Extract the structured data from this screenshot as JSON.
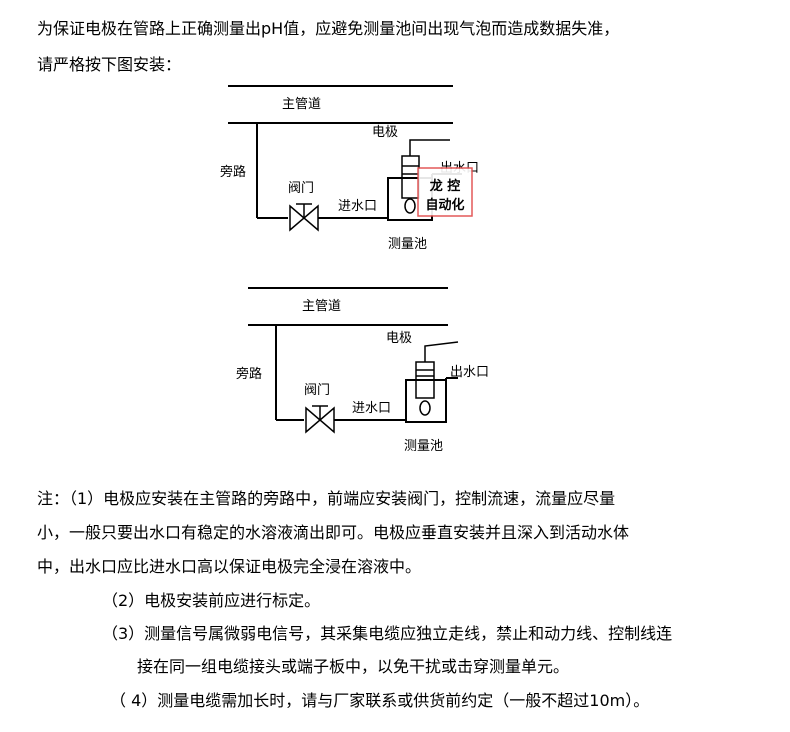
{
  "intro": {
    "line1": "为保证电极在管路上正确测量出pH值，应避免测量池间出现气泡而造成数据失准，",
    "line2": "请严格按下图安装："
  },
  "diagram": {
    "main_pipe": "主管道",
    "electrode": "电极",
    "bypass": "旁路",
    "valve": "阀门",
    "inlet": "进水口",
    "outlet": "出水口",
    "cell": "测量池",
    "watermark_line1": "龙 控",
    "watermark_line2": "自动化"
  },
  "notes": {
    "n1_line1": "注：（1）电极应安装在主管路的旁路中，前端应安装阀门，控制流速，流量应尽量",
    "n1_line2": "小，一般只要出水口有稳定的水溶液滴出即可。电极应垂直安装并且深入到活动水体",
    "n1_line3": "中，出水口应比进水口高以保证电极完全浸在溶液中。",
    "n2": "（2）电极安装前应进行标定。",
    "n3_line1": "（3）测量信号属微弱电信号，其采集电缆应独立走线，禁止和动力线、控制线连",
    "n3_line2": "接在同一组电缆接头或端子板中，以免干扰或击穿测量单元。",
    "n4": "（ 4）测量电缆需加长时，请与厂家联系或供货前约定（一般不超过10m）。"
  }
}
